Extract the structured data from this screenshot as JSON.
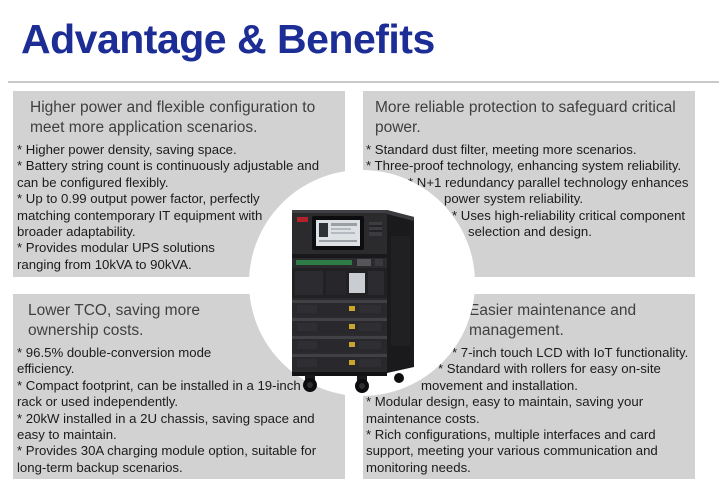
{
  "title": "Advantage & Benefits",
  "colors": {
    "title_accent": "#1c2d96",
    "box_background": "#d2d2d2",
    "heading_text": "#3f3f3f",
    "bullet_text": "#1b1b1b"
  },
  "boxes": {
    "top_left": {
      "heading": [
        "Higher power and flexible configuration to",
        "meet more application scenarios."
      ],
      "bullets": [
        "* Higher power density, saving space.",
        "* Battery string count is continuously adjustable and",
        "can be configured flexibly.",
        "* Up to 0.99 output power factor, perfectly",
        "matching contemporary IT equipment with",
        "broader adaptability.",
        "* Provides modular UPS solutions",
        "ranging from 10kVA to 90kVA."
      ]
    },
    "top_right": {
      "heading": [
        "More reliable protection to safeguard critical",
        "power."
      ],
      "bullets": [
        "* Standard dust filter, meeting more scenarios.",
        "* Three-proof technology, enhancing system reliability.",
        "* N+1 redundancy parallel technology enhances",
        "power system reliability.",
        "* Uses high-reliability critical component",
        "selection and design."
      ]
    },
    "bottom_left": {
      "heading": [
        "Lower TCO, saving more",
        "ownership costs."
      ],
      "bullets": [
        "* 96.5% double-conversion mode",
        "efficiency.",
        "* Compact footprint, can be installed in a 19-inch",
        "rack or used independently.",
        "* 20kW installed in a 2U chassis, saving space and",
        "easy to maintain.",
        "* Provides 30A charging module option, suitable for",
        "long-term backup scenarios."
      ]
    },
    "bottom_right": {
      "heading": [
        "Easier maintenance and",
        "management."
      ],
      "bullets": [
        "* 7-inch touch LCD with IoT functionality.",
        "* Standard with rollers for easy on-site",
        "movement and installation.",
        "* Modular design, easy to maintain, saving your",
        "maintenance costs.",
        "* Rich configurations, multiple interfaces and card",
        "support, meeting your various communication and",
        "monitoring needs."
      ]
    }
  },
  "product": {
    "icon": "modular-ups-tower-image",
    "body_color": "#2b2b2e",
    "screen_color": "#dde1e4",
    "accent_green": "#2e7d46",
    "logo_red": "#b2222a"
  }
}
